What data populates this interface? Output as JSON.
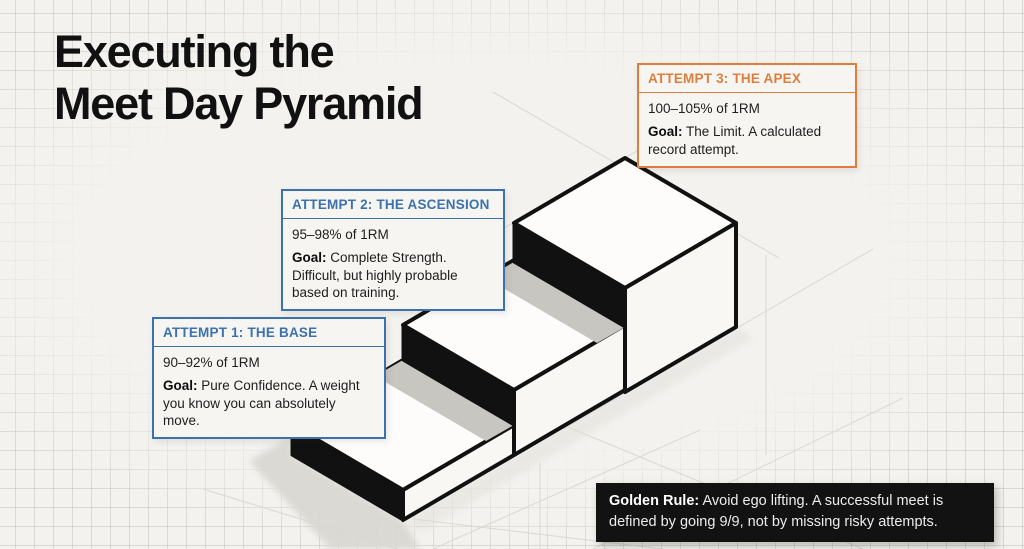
{
  "title": {
    "line1": "Executing the",
    "line2": "Meet Day Pyramid"
  },
  "callouts": [
    {
      "header": "ATTEMPT 1: THE BASE",
      "range": "90–92% of 1RM",
      "goal_label": "Goal:",
      "goal_text": "Pure Confidence. A weight you know you can absolutely move.",
      "accent": "#3b72ad"
    },
    {
      "header": "ATTEMPT 2: THE ASCENSION",
      "range": "95–98% of 1RM",
      "goal_label": "Goal:",
      "goal_text": "Complete Strength. Difficult, but highly probable based on training.",
      "accent": "#3b72ad"
    },
    {
      "header": "ATTEMPT 3: THE APEX",
      "range": "100–105% of 1RM",
      "goal_label": "Goal:",
      "goal_text": "The Limit. A calculated record attempt.",
      "accent": "#df7e3c"
    }
  ],
  "golden_rule": {
    "label": "Golden Rule:",
    "text": "Avoid ego lifting. A successful meet is defined by going 9/9, not by missing risky attempts."
  },
  "diagram": {
    "type": "isometric-staircase",
    "step_count": 3,
    "steps": [
      "base",
      "ascension",
      "apex"
    ]
  },
  "colors": {
    "background": "#f3f2ee",
    "surface": "#f6f5f1",
    "ink": "#111111",
    "accent_blue": "#3b72ad",
    "accent_orange": "#df7e3c",
    "top_face": "#fdfcfa",
    "side_face": "#f8f7f3",
    "cast_shadow": "#c7c6c1",
    "ground_shadow": "#d8d7d2",
    "banner_bg": "#121212",
    "banner_text": "#ececec"
  }
}
